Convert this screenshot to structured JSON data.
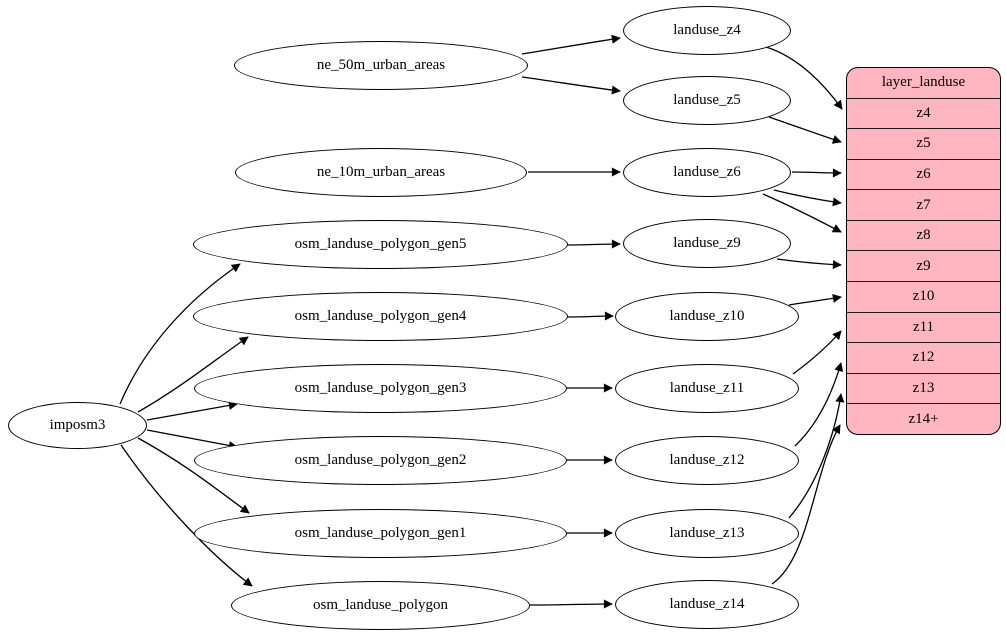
{
  "diagram": {
    "kind": "graphviz-etl-flow",
    "background_color": "#ffffff",
    "edge_color": "#000000",
    "node_fill_color": "#ffffff",
    "node_border_color": "#000000",
    "table_fill_color": "#ffb6c1"
  },
  "nodes": {
    "imposm3": "imposm3",
    "ne_50m_urban_areas": "ne_50m_urban_areas",
    "ne_10m_urban_areas": "ne_10m_urban_areas",
    "osm_landuse_polygon_gen5": "osm_landuse_polygon_gen5",
    "osm_landuse_polygon_gen4": "osm_landuse_polygon_gen4",
    "osm_landuse_polygon_gen3": "osm_landuse_polygon_gen3",
    "osm_landuse_polygon_gen2": "osm_landuse_polygon_gen2",
    "osm_landuse_polygon_gen1": "osm_landuse_polygon_gen1",
    "osm_landuse_polygon": "osm_landuse_polygon",
    "landuse_z4": "landuse_z4",
    "landuse_z5": "landuse_z5",
    "landuse_z6": "landuse_z6",
    "landuse_z9": "landuse_z9",
    "landuse_z10": "landuse_z10",
    "landuse_z11": "landuse_z11",
    "landuse_z12": "landuse_z12",
    "landuse_z13": "landuse_z13",
    "landuse_z14": "landuse_z14"
  },
  "layer_table": {
    "title": "layer_landuse",
    "rows": [
      "z4",
      "z5",
      "z6",
      "z7",
      "z8",
      "z9",
      "z10",
      "z11",
      "z12",
      "z13",
      "z14+"
    ]
  },
  "edges": [
    {
      "from": "imposm3",
      "to": "osm_landuse_polygon_gen5"
    },
    {
      "from": "imposm3",
      "to": "osm_landuse_polygon_gen4"
    },
    {
      "from": "imposm3",
      "to": "osm_landuse_polygon_gen3"
    },
    {
      "from": "imposm3",
      "to": "osm_landuse_polygon_gen2"
    },
    {
      "from": "imposm3",
      "to": "osm_landuse_polygon_gen1"
    },
    {
      "from": "imposm3",
      "to": "osm_landuse_polygon"
    },
    {
      "from": "ne_50m_urban_areas",
      "to": "landuse_z4"
    },
    {
      "from": "ne_50m_urban_areas",
      "to": "landuse_z5"
    },
    {
      "from": "ne_10m_urban_areas",
      "to": "landuse_z6"
    },
    {
      "from": "osm_landuse_polygon_gen5",
      "to": "landuse_z9"
    },
    {
      "from": "osm_landuse_polygon_gen4",
      "to": "landuse_z10"
    },
    {
      "from": "osm_landuse_polygon_gen3",
      "to": "landuse_z11"
    },
    {
      "from": "osm_landuse_polygon_gen2",
      "to": "landuse_z12"
    },
    {
      "from": "osm_landuse_polygon_gen1",
      "to": "landuse_z13"
    },
    {
      "from": "osm_landuse_polygon",
      "to": "landuse_z14"
    },
    {
      "from": "landuse_z4",
      "to": "layer_landuse.z4"
    },
    {
      "from": "landuse_z5",
      "to": "layer_landuse.z5"
    },
    {
      "from": "landuse_z6",
      "to": "layer_landuse.z6"
    },
    {
      "from": "landuse_z6",
      "to": "layer_landuse.z7"
    },
    {
      "from": "landuse_z6",
      "to": "layer_landuse.z8"
    },
    {
      "from": "landuse_z9",
      "to": "layer_landuse.z9"
    },
    {
      "from": "landuse_z10",
      "to": "layer_landuse.z10"
    },
    {
      "from": "landuse_z11",
      "to": "layer_landuse.z11"
    },
    {
      "from": "landuse_z12",
      "to": "layer_landuse.z12"
    },
    {
      "from": "landuse_z13",
      "to": "layer_landuse.z13"
    },
    {
      "from": "landuse_z14",
      "to": "layer_landuse.z14+"
    }
  ]
}
